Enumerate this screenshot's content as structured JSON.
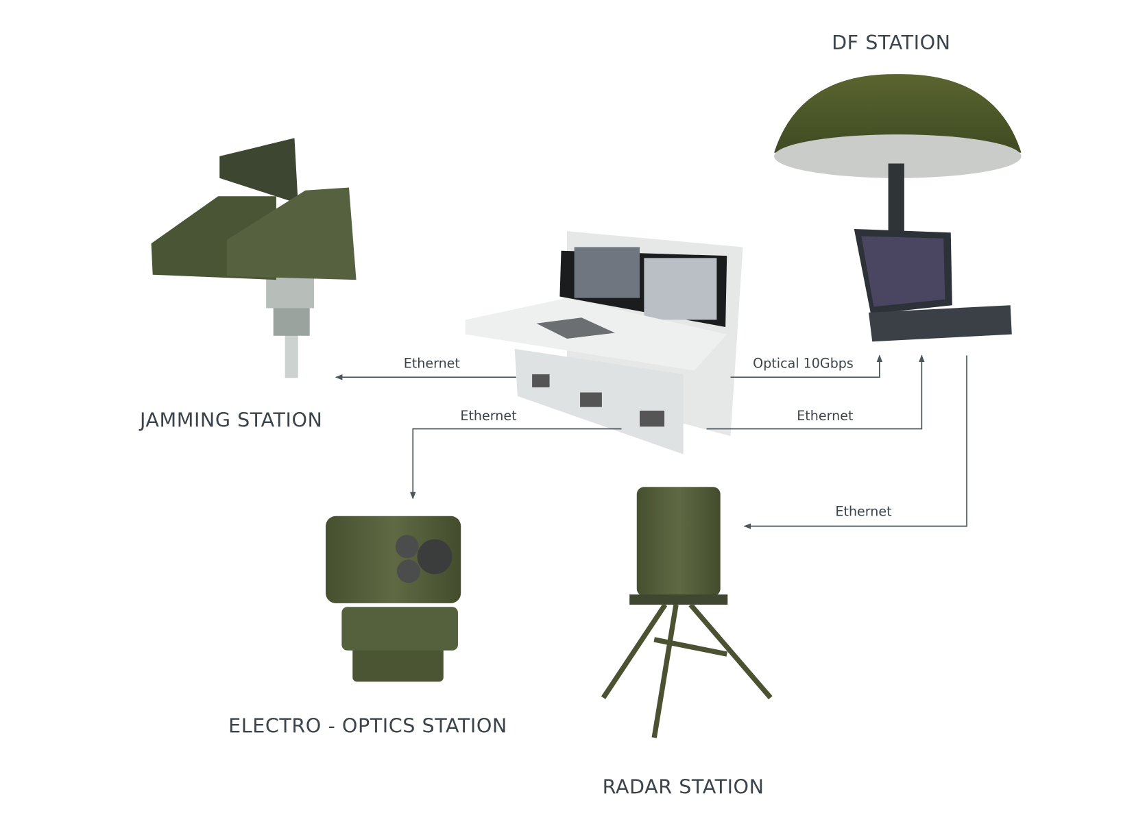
{
  "stations": {
    "df": "DF STATION",
    "jamming": "JAMMING STATION",
    "electro_optics": "ELECTRO - OPTICS STATION",
    "radar": "RADAR STATION"
  },
  "links": {
    "to_jamming": "Ethernet",
    "to_df_optical": "Optical 10Gbps",
    "to_df_ethernet": "Ethernet",
    "to_electro_optics": "Ethernet",
    "radar_to_df": "Ethernet"
  },
  "colors": {
    "line": "#4a555c",
    "olive": "#4f5a34",
    "text": "#3b444b"
  }
}
